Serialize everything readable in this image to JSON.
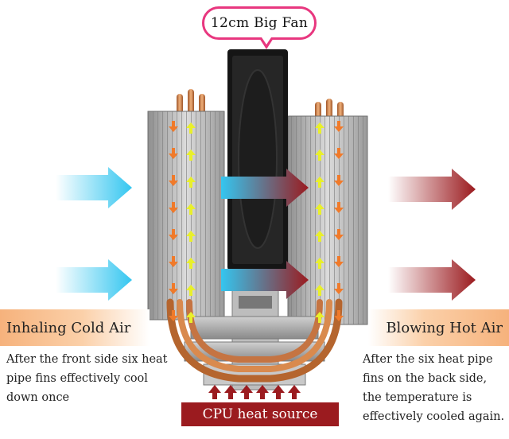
{
  "fan_bubble": {
    "label": "12cm Big Fan"
  },
  "left_label": {
    "title": "Inhaling Cold Air",
    "description": "After the front side six heat pipe fins effectively cool down once"
  },
  "right_label": {
    "title": "Blowing Hot Air",
    "description": "After the six heat pipe fins on the back side, the temperature is effectively cooled again."
  },
  "heat_source": {
    "label": "CPU heat source"
  },
  "colors": {
    "accent_pink": "#e8377f",
    "cold_air": "#34c6f0",
    "hot_air": "#9b1b1f",
    "label_fill": "#f6b27c",
    "heat_arrow_yellow": "#e9f02a",
    "heat_arrow_orange": "#f07a2a"
  },
  "icons": [
    "cold-air-arrow-icon",
    "hot-air-arrow-icon",
    "heat-up-arrow-icon",
    "heat-flow-arrow-icon"
  ]
}
